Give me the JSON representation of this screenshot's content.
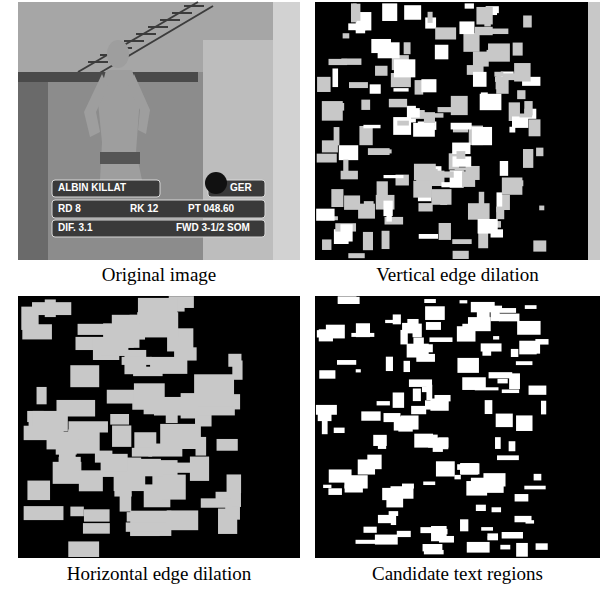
{
  "diagram": {
    "labels": [
      "ALBIN KILLAT",
      "GER",
      "RD 8",
      "RK 12",
      "PT 048.60",
      "DIF. 3.1",
      "FWD 3-1/2 SOM",
      "Original image",
      "Vertical edge dilation",
      "Horizontal edge dilation",
      "Candidate text regions"
    ]
  }
}
